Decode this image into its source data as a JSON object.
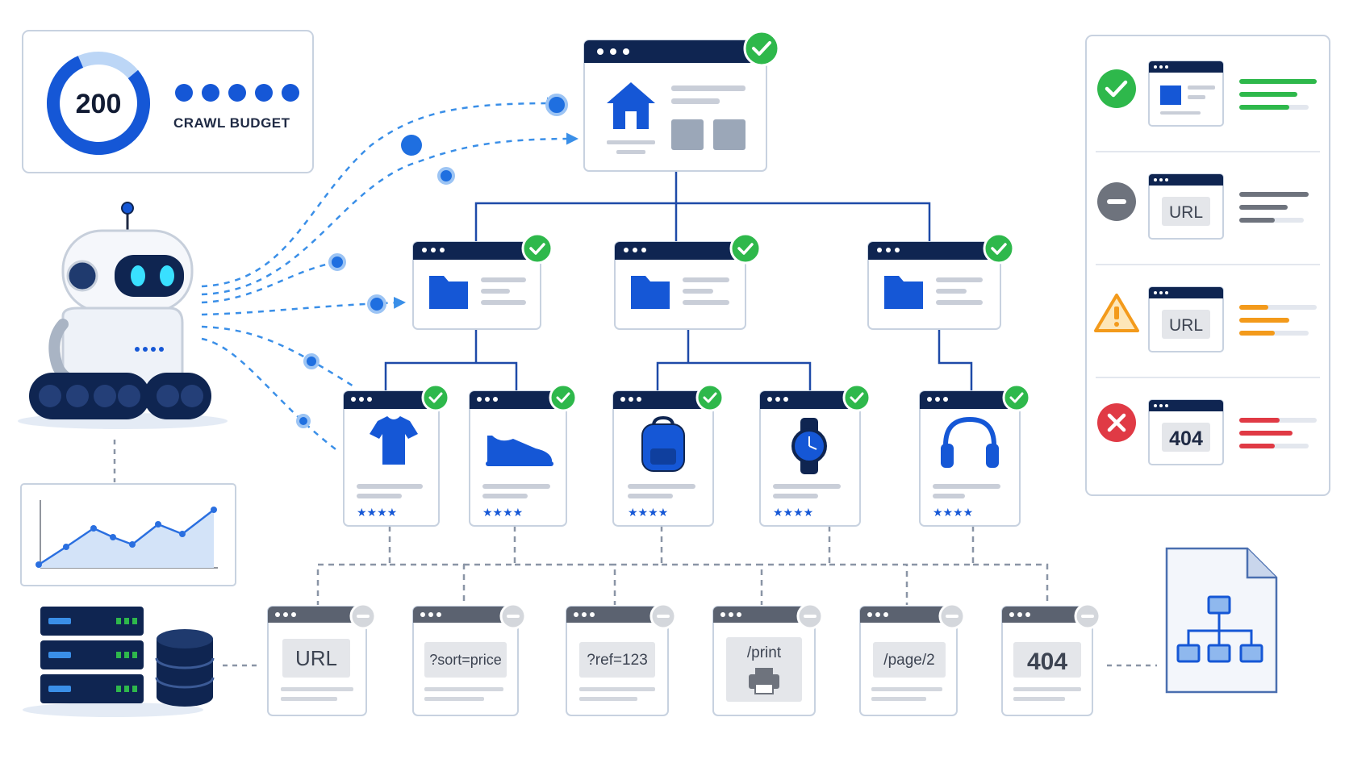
{
  "crawl_budget": {
    "value": "200",
    "label": "CRAWL BUDGET",
    "dot_count": 5
  },
  "colors": {
    "navy": "#0f2551",
    "blue": "#1557d6",
    "light_blue": "#3a8fe8",
    "green": "#2eb84b",
    "gray": "#6e737d",
    "orange": "#f39a1b",
    "red": "#e03a45",
    "border": "#c8d2e0",
    "url_gray": "#e4e6ea"
  },
  "tree": {
    "root": {
      "icon": "home-icon",
      "status": "ok"
    },
    "categories": [
      {
        "icon": "folder-icon",
        "status": "ok"
      },
      {
        "icon": "folder-icon",
        "status": "ok"
      },
      {
        "icon": "folder-icon",
        "status": "ok"
      }
    ],
    "products": [
      {
        "icon": "tshirt-icon",
        "rating": 4,
        "status": "ok"
      },
      {
        "icon": "sneaker-icon",
        "rating": 4,
        "status": "ok"
      },
      {
        "icon": "backpack-icon",
        "rating": 4,
        "status": "ok"
      },
      {
        "icon": "watch-icon",
        "rating": 4,
        "status": "ok"
      },
      {
        "icon": "headphones-icon",
        "rating": 4,
        "status": "ok"
      }
    ],
    "low_value_pages": [
      {
        "label": "URL",
        "status": "excluded"
      },
      {
        "label": "?sort=price",
        "status": "excluded"
      },
      {
        "label": "?ref=123",
        "status": "excluded"
      },
      {
        "label": "/print",
        "icon": "printer-icon",
        "status": "excluded"
      },
      {
        "label": "/page/2",
        "status": "excluded"
      },
      {
        "label": "404",
        "status": "excluded"
      }
    ]
  },
  "legend": [
    {
      "status": "indexed",
      "icon": "check-circle-icon",
      "page": "content-block"
    },
    {
      "status": "excluded",
      "icon": "minus-circle-icon",
      "page": "URL"
    },
    {
      "status": "warning",
      "icon": "warning-triangle-icon",
      "page": "URL"
    },
    {
      "status": "error",
      "icon": "x-circle-icon",
      "page": "404"
    }
  ],
  "side": {
    "robot": "crawler-robot",
    "chart": "trend-line-chart",
    "servers": "server-rack",
    "database": "database-icon",
    "sitemap": "sitemap-file-icon"
  }
}
